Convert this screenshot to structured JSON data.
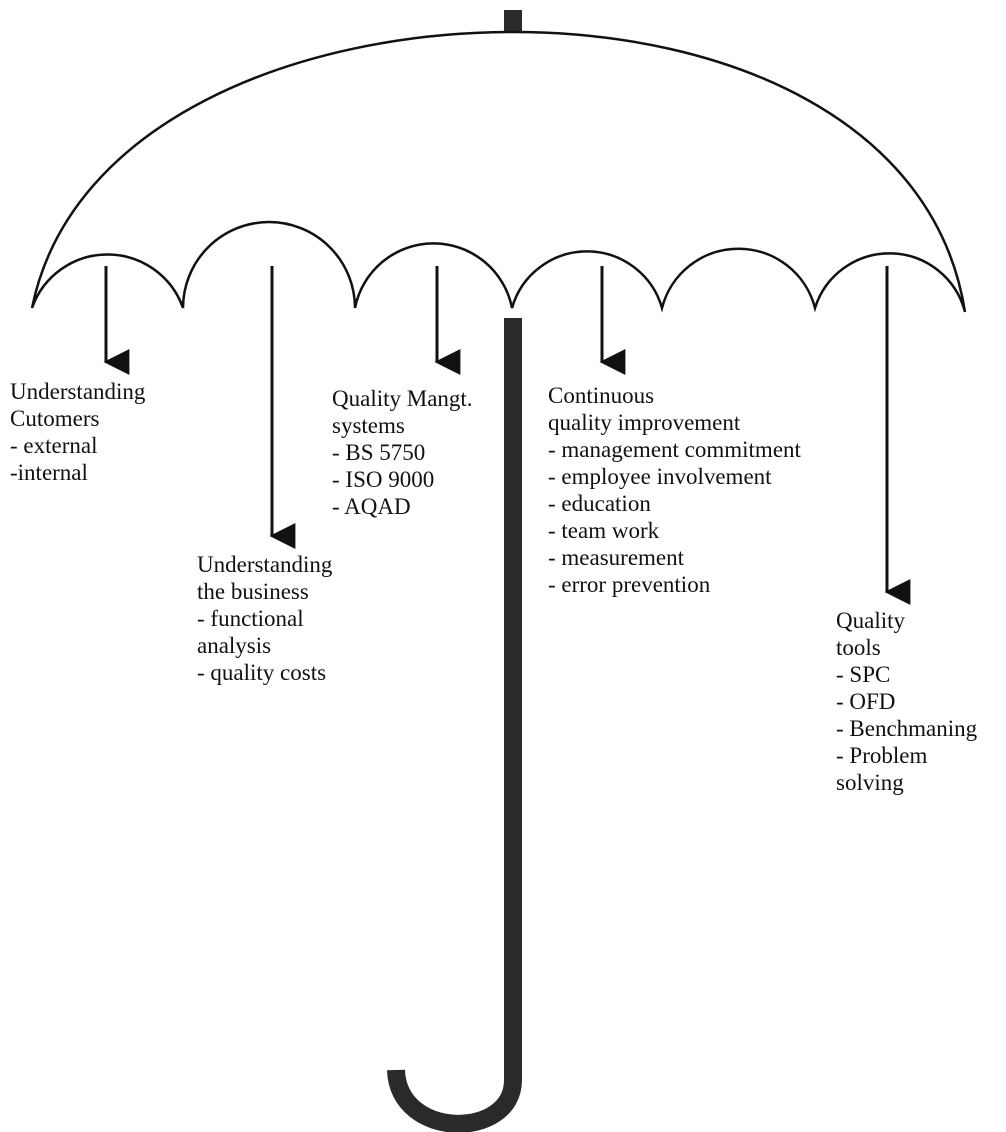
{
  "colors": {
    "ink": "#111111",
    "canopy_fill": "#ffffff",
    "handle": "#2a2a2a"
  },
  "groups": [
    {
      "id": "customers",
      "lines": [
        "Understanding",
        "Cutomers",
        "- external",
        "-internal"
      ]
    },
    {
      "id": "business",
      "lines": [
        "Understanding",
        "the business",
        "- functional",
        "analysis",
        "- quality costs"
      ]
    },
    {
      "id": "qms",
      "lines": [
        "Quality Mangt.",
        "systems",
        "- BS 5750",
        "- ISO 9000",
        "- AQAD"
      ]
    },
    {
      "id": "cqi",
      "lines": [
        "Continuous",
        "quality improvement",
        "- management commitment",
        "- employee involvement",
        "- education",
        "- team work",
        "- measurement",
        "- error prevention"
      ]
    },
    {
      "id": "tools",
      "lines": [
        "Quality",
        "tools",
        "- SPC",
        "- OFD",
        "- Benchmaning",
        "- Problem",
        "solving"
      ]
    }
  ]
}
